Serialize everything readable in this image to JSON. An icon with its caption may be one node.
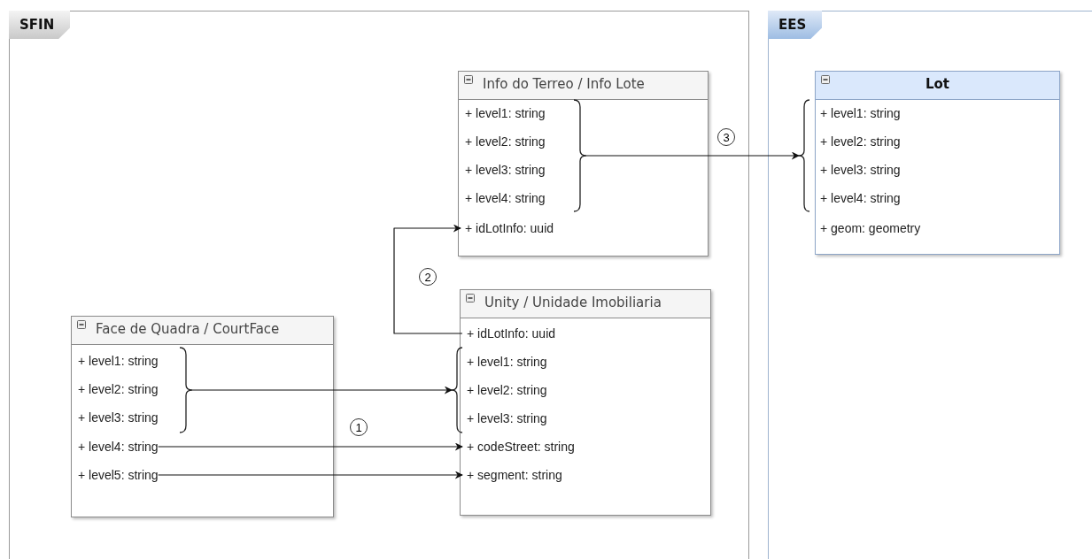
{
  "diagram": {
    "nodes": [
      {
        "text": [
          "SFIN"
        ]
      },
      {
        "text": [
          "Info do Terreo / Info Lote"
        ],
        "in": 0
      },
      {
        "text": [
          "+ level1: string"
        ],
        "in": 1
      },
      {
        "text": [
          "+ level2: string"
        ],
        "in": 1
      },
      {
        "text": [
          "+ level3: string"
        ],
        "in": 1
      },
      {
        "text": [
          "+ level4: string"
        ],
        "in": 1
      },
      {
        "text": [
          "+ idLotInfo: uuid"
        ],
        "in": 1
      },
      {
        "text": [],
        "shape": "brace",
        "in": 1
      },
      {
        "text": [
          "Unity / Unidade Imobiliaria"
        ],
        "in": 0
      },
      {
        "text": [
          "+ idLotInfo: uuid"
        ],
        "in": 8
      },
      {
        "text": [
          "+ level1: string"
        ],
        "in": 8
      },
      {
        "text": [
          "+ level2: string"
        ],
        "in": 8
      },
      {
        "text": [
          "+ level3: string"
        ],
        "in": 8
      },
      {
        "text": [
          "+ codeStreet: string"
        ],
        "in": 8
      },
      {
        "text": [
          "+ segment: string"
        ],
        "in": 8
      },
      {
        "text": [],
        "shape": "brace",
        "in": 0
      },
      {
        "text": [
          "Face de Quadra / CourtFace"
        ],
        "in": 0
      },
      {
        "text": [
          "+ level1: string"
        ],
        "in": 16
      },
      {
        "text": [
          "+ level2: string"
        ],
        "in": 16
      },
      {
        "text": [
          "+ level3: string"
        ],
        "in": 16
      },
      {
        "text": [
          "+ level4: string"
        ],
        "in": 16
      },
      {
        "text": [
          "+ level5: string"
        ],
        "in": 16
      },
      {
        "text": [],
        "shape": "brace",
        "in": 16
      },
      {
        "text": [
          "EES"
        ]
      },
      {
        "text": [
          "Lot"
        ],
        "in": 23
      },
      {
        "text": [
          "+ level1: string"
        ],
        "in": 24
      },
      {
        "text": [
          "+ level2: string"
        ],
        "in": 24
      },
      {
        "text": [
          "+ level3: string"
        ],
        "in": 24
      },
      {
        "text": [
          "+ level4: string"
        ],
        "in": 24
      },
      {
        "text": [
          "+ geom: geometry"
        ],
        "in": 24
      },
      {
        "text": [],
        "shape": "brace",
        "in": 23
      }
    ],
    "edges": [
      {
        "from": 22,
        "to": 15,
        "arrow": "to"
      },
      {
        "from": 20,
        "to": 13,
        "arrow": "to"
      },
      {
        "from": 21,
        "to": 14,
        "arrow": "to"
      },
      {
        "from": 9,
        "to": 6,
        "arrow": "to"
      },
      {
        "from": 7,
        "to": 30,
        "arrow": "to"
      }
    ],
    "labels": [
      "3",
      "2",
      "1"
    ]
  }
}
